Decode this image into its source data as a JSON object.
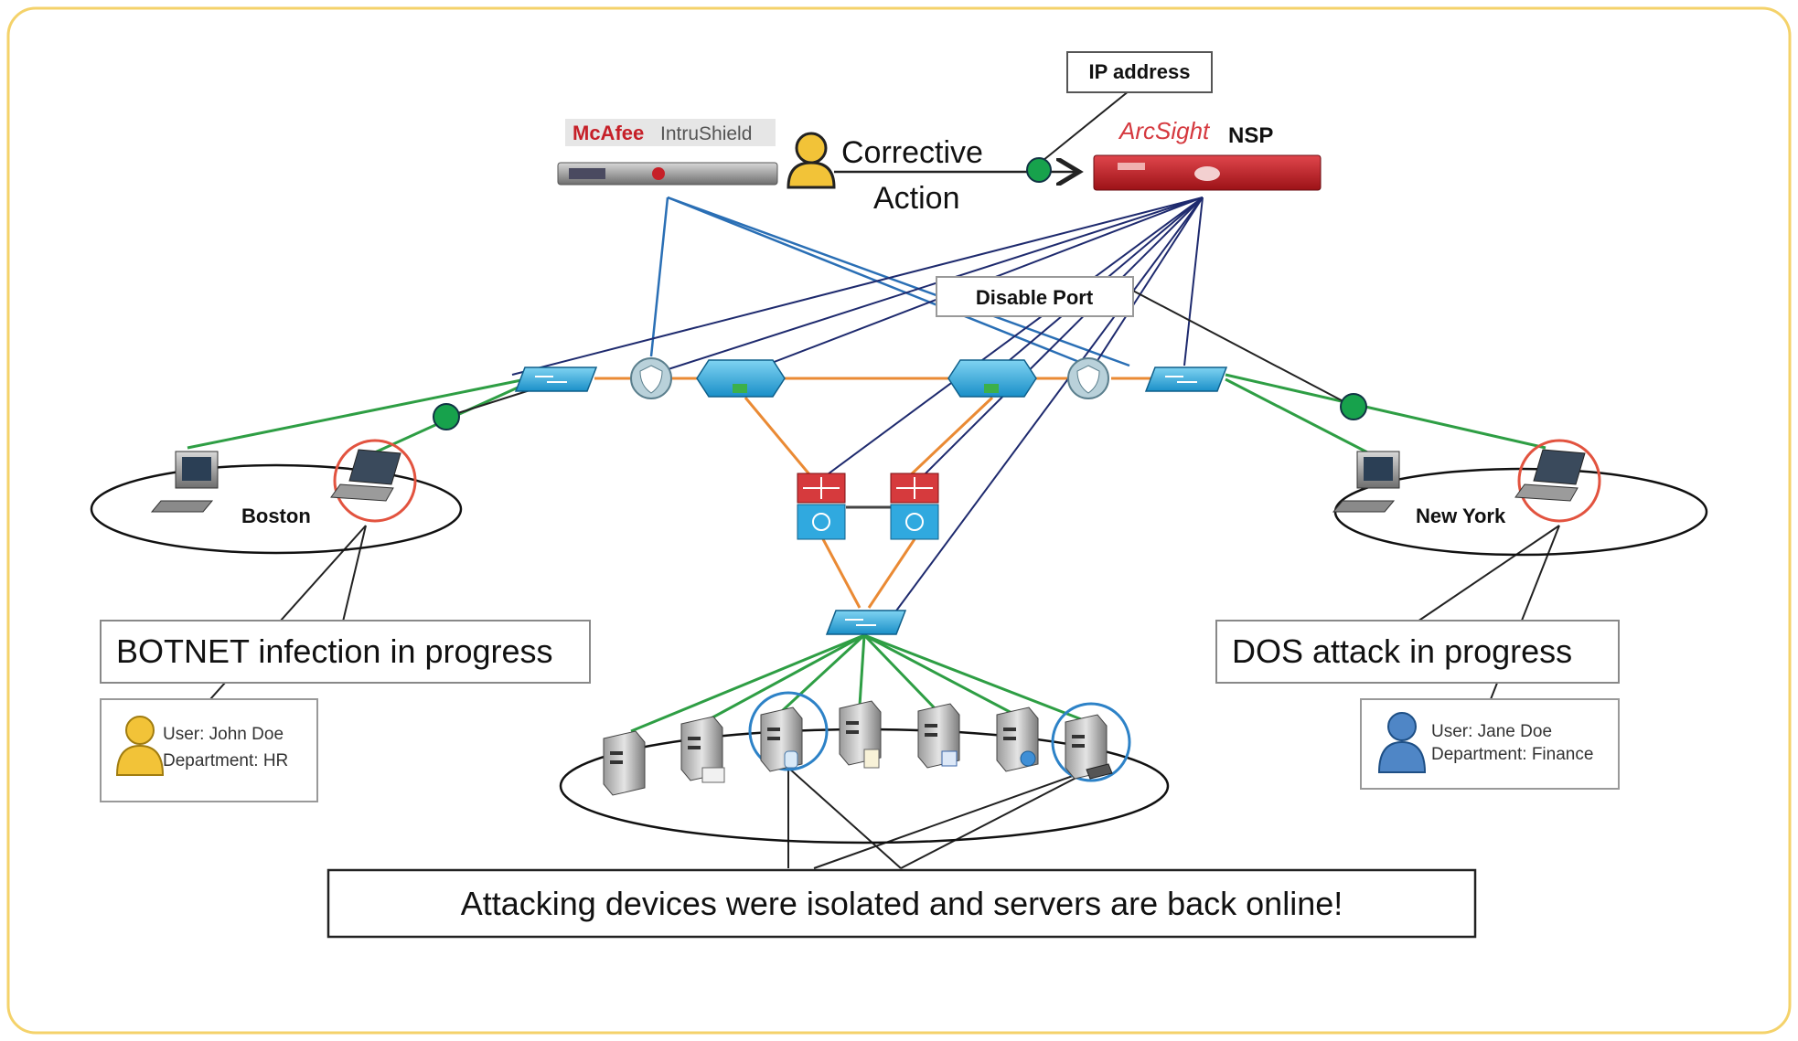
{
  "vendors": {
    "mcafee_brand": "McAfee",
    "mcafee_product": "IntruShield",
    "arcsight_brand": "ArcSight",
    "nsp_label": "NSP"
  },
  "labels": {
    "ip_address": "IP address",
    "corrective_line1": "Corrective",
    "corrective_line2": "Action",
    "disable_port": "Disable Port",
    "boston": "Boston",
    "new_york": "New York",
    "botnet": "BOTNET infection in progress",
    "dos": "DOS attack in progress",
    "isolated": "Attacking devices were isolated and servers are back online!"
  },
  "users": {
    "left": {
      "user": "User: John Doe",
      "department": "Department: HR"
    },
    "right": {
      "user": "User: Jane Doe",
      "department": "Department: Finance"
    }
  },
  "colors": {
    "frame": "#f4d26a",
    "link_green": "#2e9e44",
    "link_orange": "#ea8a34",
    "link_blue": "#2a6fb5",
    "link_navy": "#1e2a6e",
    "node_green": "#17a24c",
    "highlight_red": "#e2533f",
    "highlight_blue": "#2d82c7",
    "appliance_red": "#c62028",
    "user_yellow": "#f2c338",
    "user_blue": "#4f86c6"
  }
}
